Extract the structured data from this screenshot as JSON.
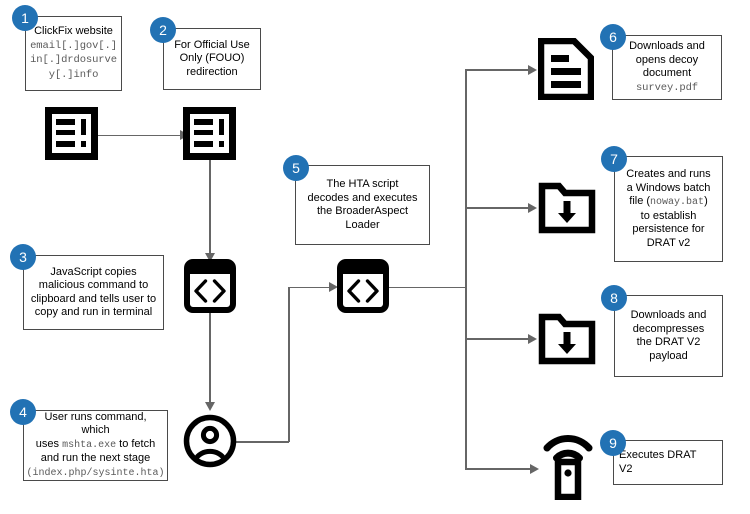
{
  "diagram": {
    "title": "ClickFix to DRAT v2 infection chain",
    "accent_color": "#2272b4",
    "line_color": "#666666",
    "icon_color": "#000000"
  },
  "steps": [
    {
      "number": "1",
      "name": "clickfix-website",
      "lines": [
        {
          "text": "ClickFix website",
          "mono": false
        },
        {
          "text": "email[.]gov[.]",
          "mono": true
        },
        {
          "text": "in[.]drdosurve",
          "mono": true
        },
        {
          "text": "y[.]info",
          "mono": true
        }
      ]
    },
    {
      "number": "2",
      "name": "fouo-redirection",
      "lines": [
        {
          "text": "For Official Use",
          "mono": false
        },
        {
          "text": "Only (FOUO)",
          "mono": false
        },
        {
          "text": "redirection",
          "mono": false
        }
      ]
    },
    {
      "number": "3",
      "name": "javascript-clipboard",
      "lines": [
        {
          "text": "JavaScript copies",
          "mono": false
        },
        {
          "text": "malicious command to",
          "mono": false
        },
        {
          "text": "clipboard and tells user to",
          "mono": false
        },
        {
          "text": "copy and run in terminal",
          "mono": false
        }
      ]
    },
    {
      "number": "4",
      "name": "user-runs-command",
      "rich": [
        {
          "parts": [
            {
              "t": "User runs command, which",
              "m": false
            }
          ]
        },
        {
          "parts": [
            {
              "t": "uses ",
              "m": false
            },
            {
              "t": "mshta.exe",
              "m": true
            },
            {
              "t": " to fetch",
              "m": false
            }
          ]
        },
        {
          "parts": [
            {
              "t": "and run the next stage",
              "m": false
            }
          ]
        },
        {
          "parts": [
            {
              "t": "(",
              "m": true
            },
            {
              "t": "index.php/sysinte.hta",
              "m": true
            },
            {
              "t": ")",
              "m": true
            }
          ]
        }
      ]
    },
    {
      "number": "5",
      "name": "hta-decodes-loader",
      "lines": [
        {
          "text": "The HTA script",
          "mono": false
        },
        {
          "text": "decodes and executes",
          "mono": false
        },
        {
          "text": "the BroaderAspect",
          "mono": false
        },
        {
          "text": "Loader",
          "mono": false
        }
      ]
    },
    {
      "number": "6",
      "name": "decoy-document",
      "lines": [
        {
          "text": "Downloads and",
          "mono": false
        },
        {
          "text": "opens decoy",
          "mono": false
        },
        {
          "text": "document",
          "mono": false
        },
        {
          "text": "survey.pdf",
          "mono": true
        }
      ]
    },
    {
      "number": "7",
      "name": "batch-persistence",
      "rich": [
        {
          "parts": [
            {
              "t": "Creates and runs",
              "m": false
            }
          ]
        },
        {
          "parts": [
            {
              "t": "a Windows batch",
              "m": false
            }
          ]
        },
        {
          "parts": [
            {
              "t": "file (",
              "m": false
            },
            {
              "t": "noway.bat",
              "m": true
            },
            {
              "t": ")",
              "m": false
            }
          ]
        },
        {
          "parts": [
            {
              "t": "to establish",
              "m": false
            }
          ]
        },
        {
          "parts": [
            {
              "t": "persistence for",
              "m": false
            }
          ]
        },
        {
          "parts": [
            {
              "t": "DRAT v2",
              "m": false
            }
          ]
        }
      ]
    },
    {
      "number": "8",
      "name": "download-decompress-payload",
      "lines": [
        {
          "text": "Downloads and",
          "mono": false
        },
        {
          "text": "decompresses",
          "mono": false
        },
        {
          "text": "the DRAT V2",
          "mono": false
        },
        {
          "text": "payload",
          "mono": false
        }
      ]
    },
    {
      "number": "9",
      "name": "executes-drat-v2",
      "lines": [
        {
          "text": "Executes DRAT",
          "mono": false
        },
        {
          "text": "V2",
          "mono": false
        }
      ]
    }
  ],
  "icons": [
    {
      "name": "alert-page-icon-1",
      "label": "ClickFix web page"
    },
    {
      "name": "alert-page-icon-2",
      "label": "FOUO redirect page"
    },
    {
      "name": "code-window-icon-1",
      "label": "JavaScript"
    },
    {
      "name": "user-icon",
      "label": "User"
    },
    {
      "name": "code-window-icon-2",
      "label": "HTA script"
    },
    {
      "name": "document-icon",
      "label": "Decoy document"
    },
    {
      "name": "folder-download-icon-1",
      "label": "Batch file download"
    },
    {
      "name": "folder-download-icon-2",
      "label": "Payload download"
    },
    {
      "name": "beacon-icon",
      "label": "DRAT v2 beacon"
    }
  ]
}
